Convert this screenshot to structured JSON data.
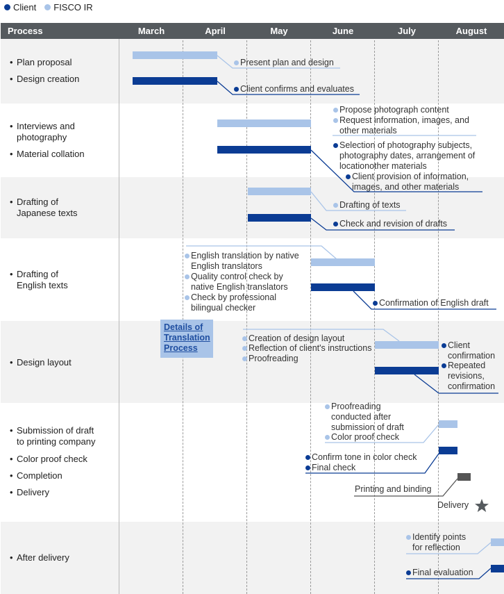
{
  "legend": {
    "client": {
      "label": "Client",
      "color": "#0b3c94"
    },
    "fisco": {
      "label": "FISCO IR",
      "color": "#a9c4e8"
    }
  },
  "header": {
    "process": "Process",
    "months": [
      "March",
      "April",
      "May",
      "June",
      "July",
      "August"
    ]
  },
  "colors": {
    "client": "#0b3c94",
    "fisco": "#a9c4e8",
    "printing": "#555555",
    "line_client": "#0b3c94",
    "line_fisco": "#a9c4e8"
  },
  "rows": [
    {
      "labels": [
        [
          "Plan proposal"
        ],
        [
          "Design creation"
        ]
      ]
    },
    {
      "labels": [
        [
          "Interviews and",
          "photography"
        ],
        [
          "Material collation"
        ]
      ]
    },
    {
      "labels": [
        [
          "Drafting of",
          "Japanese texts"
        ]
      ]
    },
    {
      "labels": [
        [
          "Drafting of",
          "English texts"
        ]
      ]
    },
    {
      "labels": [
        [
          "Design layout"
        ]
      ]
    },
    {
      "labels": [
        [
          "Submission of draft",
          "to printing company"
        ],
        [
          "Color proof check"
        ],
        [
          "Completion"
        ],
        [
          "Delivery"
        ]
      ]
    },
    {
      "labels": [
        [
          "After delivery"
        ]
      ]
    }
  ],
  "notes": {
    "plan_present": [
      "Present plan and design"
    ],
    "plan_confirm": [
      "Client confirms and evaluates"
    ],
    "int_propose": [
      "Propose photograph content"
    ],
    "int_request": [
      "Request information, images, and",
      "other materials"
    ],
    "int_select": [
      "Selection of photography subjects,",
      "photography dates, arrangement of",
      "locationother materials"
    ],
    "int_client_prov": [
      "Client provision of information,",
      "images, and other materials"
    ],
    "jp_drafting": [
      "Drafting of texts"
    ],
    "jp_check": [
      "Check and revision of drafts"
    ],
    "en_translation": [
      "English translation by native",
      "English translators"
    ],
    "en_quality": [
      "Quality control check by",
      "native English translators"
    ],
    "en_bilingual": [
      "Check by professional",
      "bilingual checker"
    ],
    "en_confirm": [
      "Confirmation of English draft"
    ],
    "dl_creation": [
      "Creation of design layout"
    ],
    "dl_reflection": [
      "Reflection of client's instructions"
    ],
    "dl_proof": [
      "Proofreading"
    ],
    "dl_client_conf": [
      "Client",
      "confirmation"
    ],
    "dl_repeated": [
      "Repeated",
      "revisions,",
      "confirmation"
    ],
    "sub_proof": [
      "Proofreading",
      "conducted after",
      "submission of draft"
    ],
    "sub_color": [
      "Color proof check"
    ],
    "sub_tone": [
      "Confirm tone in color check"
    ],
    "sub_final": [
      "Final check"
    ],
    "sub_printing": [
      "Printing and binding"
    ],
    "ad_identify": [
      "Identify points",
      "for reflection"
    ],
    "ad_final": [
      "Final evaluation"
    ]
  },
  "translation_link": [
    "Details of",
    "Translation",
    "Process"
  ],
  "delivery_label": "Delivery",
  "icons": {
    "delivery": "star-icon",
    "bullet": "circle-bullet-icon"
  }
}
